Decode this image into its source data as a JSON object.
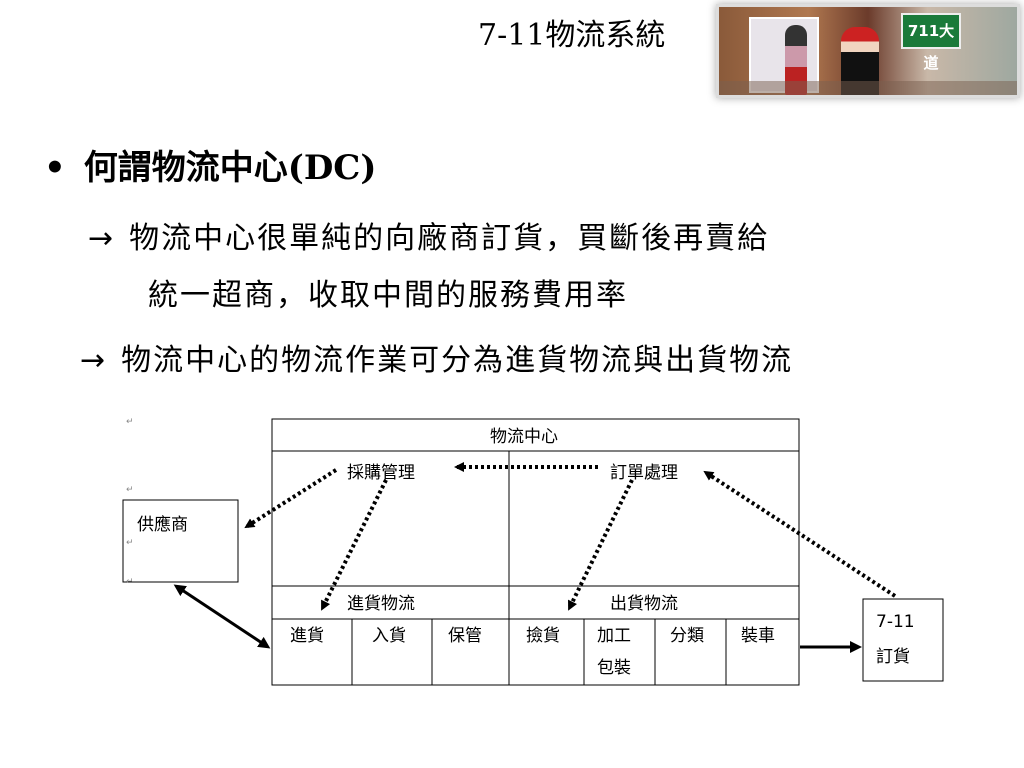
{
  "header": {
    "title": "7-11物流系統",
    "photo_sign": "711大道"
  },
  "content": {
    "bullet": "•",
    "heading": "何謂物流中心(DC)",
    "arrow": "→",
    "line1": "物流中心很單純的向廠商訂貨，買斷後再賣給",
    "line1b": "統一超商，收取中間的服務費用率",
    "line2": "物流中心的物流作業可分為進貨物流與出貨物流"
  },
  "diagram": {
    "center_title": "物流中心",
    "purchase_mgmt": "採購管理",
    "order_process": "訂單處理",
    "inbound_logistics": "進貨物流",
    "outbound_logistics": "出貨物流",
    "supplier": "供應商",
    "store_order_line1": "7-11",
    "store_order_line2": "訂貨",
    "inbound_steps": [
      "進貨",
      "入貨",
      "保管"
    ],
    "outbound_steps": [
      "撿貨",
      "加工",
      "包裝",
      "分類",
      "裝車"
    ],
    "para_mark": "↵"
  }
}
